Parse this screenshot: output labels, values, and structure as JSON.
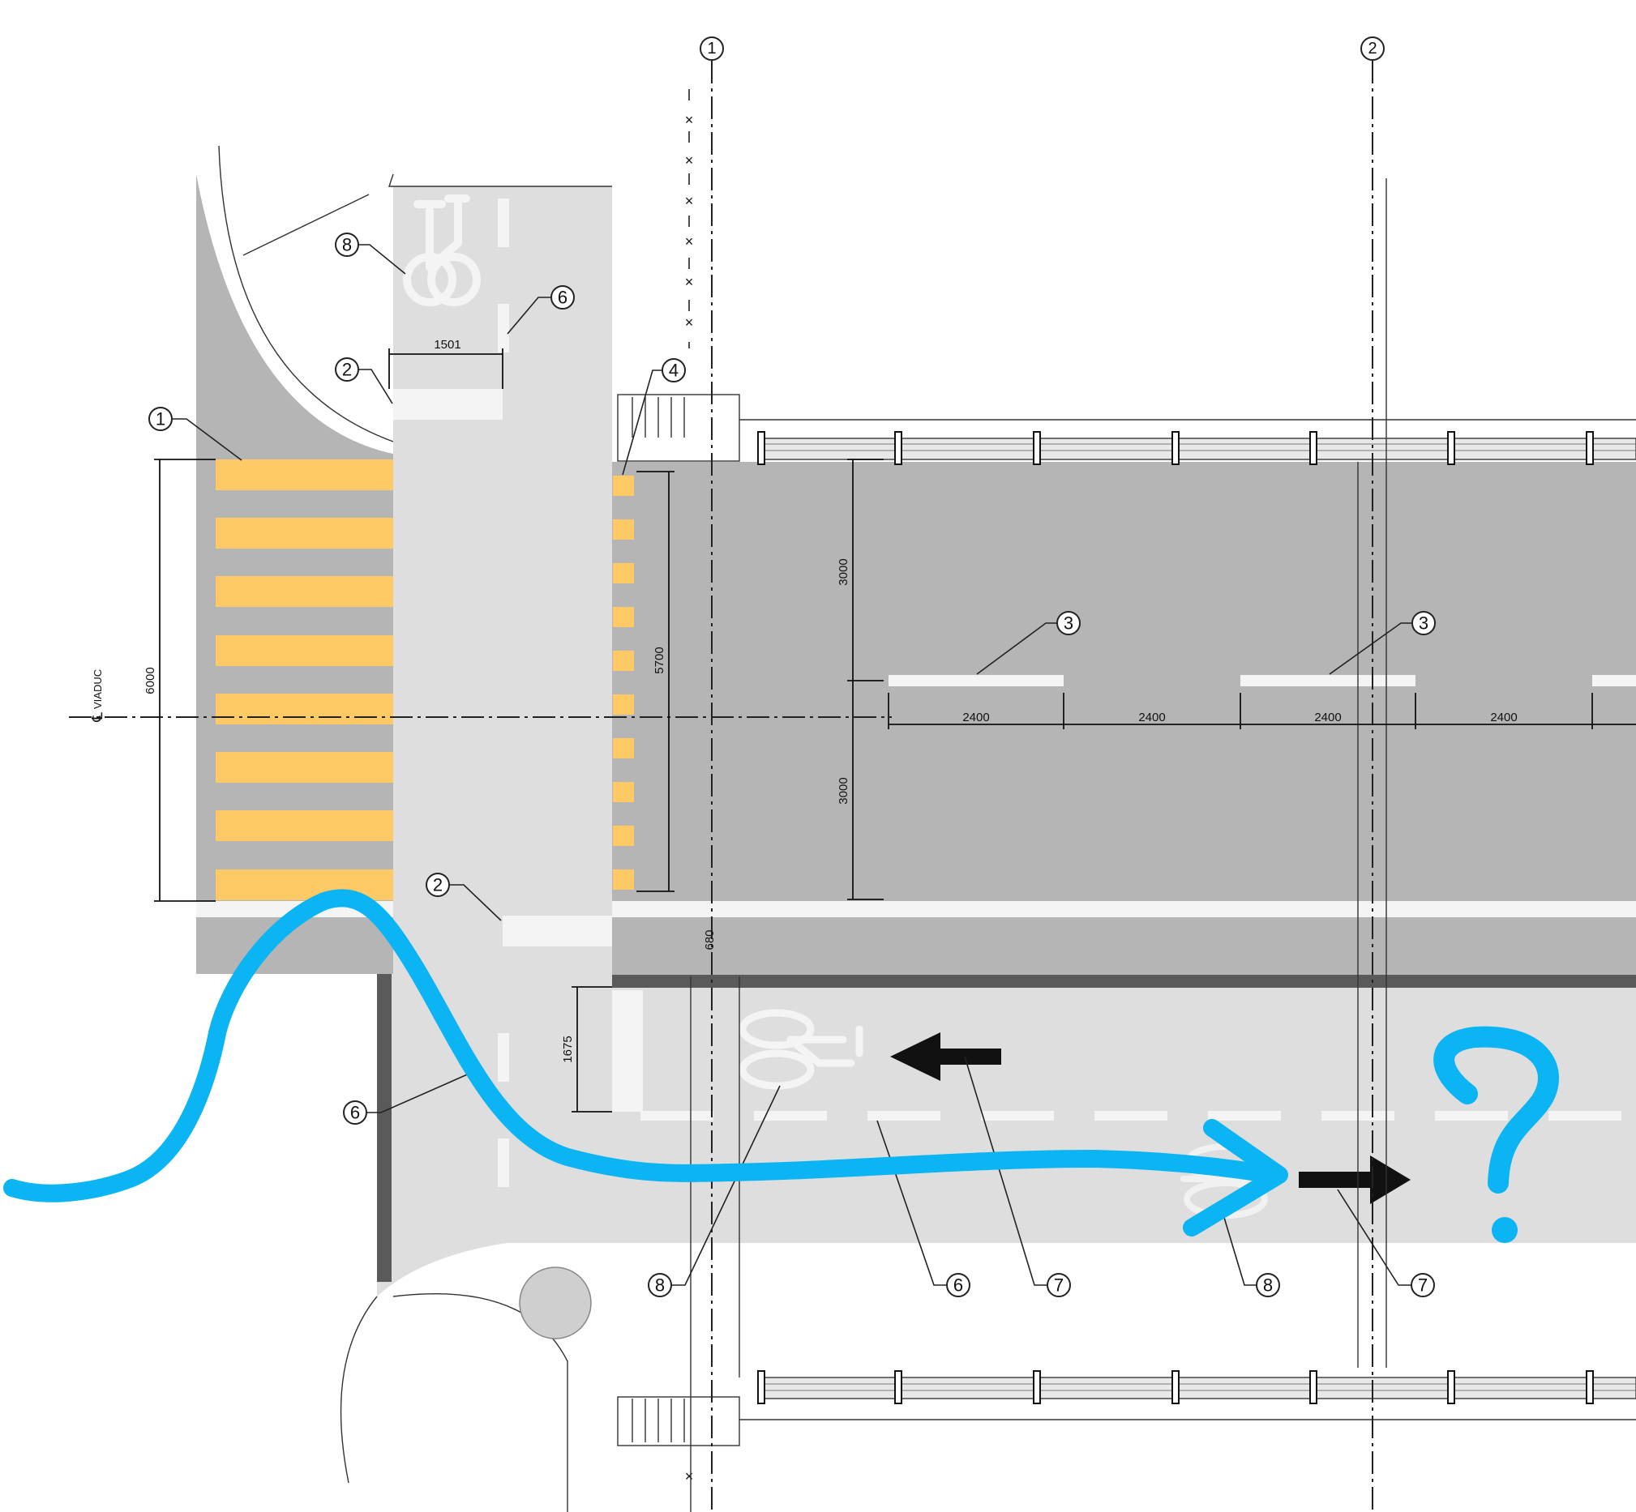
{
  "colors": {
    "road": "#b5b5b5",
    "path": "#dedede",
    "crossing_yellow": "#ffc966",
    "marking_white": "#f4f4f4",
    "annotation_blue": "#0bb4f2",
    "arrow_black": "#111111",
    "curb_dark": "#5a5a5a"
  },
  "grid_axes": [
    "1",
    "2"
  ],
  "dimensions": {
    "path_width": "1501",
    "crossing_length": "6000",
    "bus_stop_length": "5700",
    "lane_upper": "3000",
    "lane_lower": "3000",
    "marking_1": "2400",
    "gap_1": "2400",
    "marking_2": "2400",
    "gap_2": "2400",
    "curb_gap": "680",
    "bike_lane_width": "1675"
  },
  "centerline_label": "VIADUC",
  "callouts": [
    "1",
    "2",
    "2",
    "3",
    "3",
    "4",
    "6",
    "6",
    "6",
    "7",
    "7",
    "8",
    "8",
    "8"
  ],
  "icons": [
    "bicycle-icon",
    "arrow-left-icon",
    "arrow-right-icon",
    "question-mark-annotation",
    "blue-route-arrow"
  ],
  "annotation": {
    "mark": "?"
  }
}
